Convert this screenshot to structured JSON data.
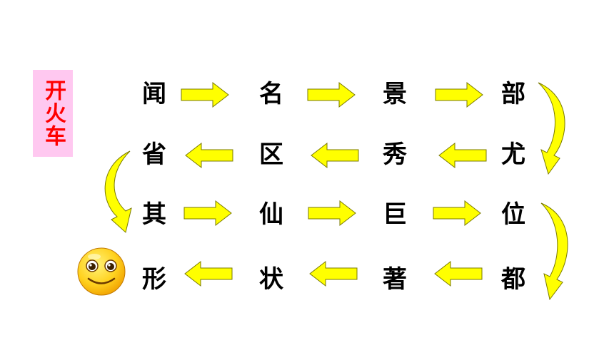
{
  "title": "开火车",
  "rows": [
    {
      "direction": "right",
      "chars": [
        "闻",
        "名",
        "景",
        "部"
      ]
    },
    {
      "direction": "left",
      "chars": [
        "省",
        "区",
        "秀",
        "尤"
      ]
    },
    {
      "direction": "right",
      "chars": [
        "其",
        "仙",
        "巨",
        "位"
      ]
    },
    {
      "direction": "left",
      "chars": [
        "形",
        "状",
        "著",
        "都"
      ]
    }
  ],
  "colors": {
    "arrow_fill": "#ffff00",
    "arrow_stroke": "#7a7a00",
    "title_text": "#ff0000",
    "title_bg": "#ffc8f0",
    "smiley_face": "#ffd21f"
  },
  "icons": {
    "arrow": "straight-arrow-icon",
    "turn": "curved-arrow-icon",
    "smiley": "smiley-face-icon"
  }
}
